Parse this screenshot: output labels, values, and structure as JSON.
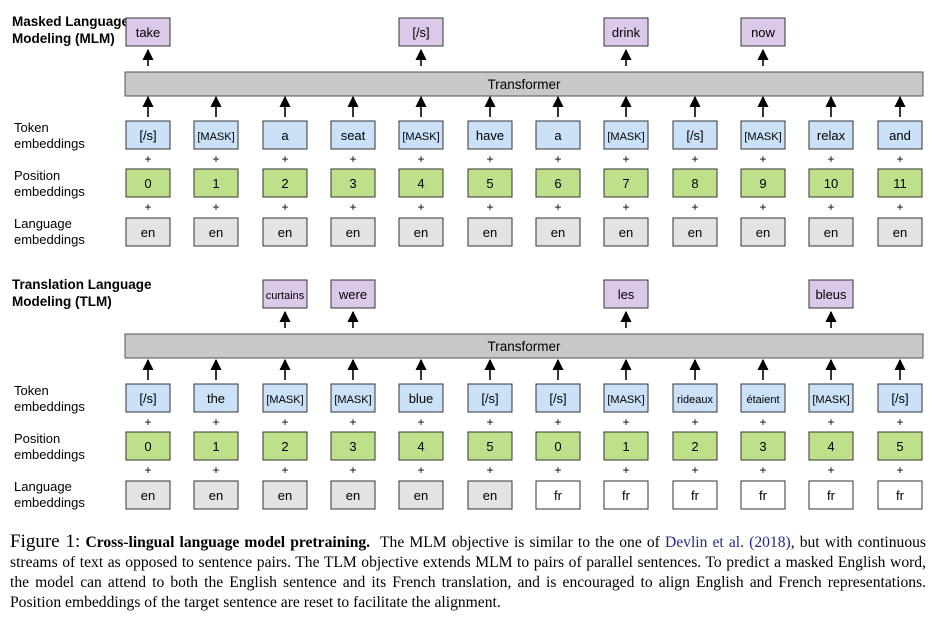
{
  "mlm": {
    "title_line1": "Masked Language",
    "title_line2": "Modeling (MLM)",
    "transformer_label": "Transformer",
    "outputs": [
      "take",
      "",
      "",
      "",
      "[/s]",
      "",
      "",
      "drink",
      "",
      "now",
      "",
      ""
    ],
    "tokens": [
      "[/s]",
      "[MASK]",
      "a",
      "seat",
      "[MASK]",
      "have",
      "a",
      "[MASK]",
      "[/s]",
      "[MASK]",
      "relax",
      "and"
    ],
    "positions": [
      "0",
      "1",
      "2",
      "3",
      "4",
      "5",
      "6",
      "7",
      "8",
      "9",
      "10",
      "11"
    ],
    "languages": [
      "en",
      "en",
      "en",
      "en",
      "en",
      "en",
      "en",
      "en",
      "en",
      "en",
      "en",
      "en"
    ]
  },
  "tlm": {
    "title_line1": "Translation Language",
    "title_line2": "Modeling (TLM)",
    "transformer_label": "Transformer",
    "outputs": [
      "",
      "",
      "curtains",
      "were",
      "",
      "",
      "",
      "les",
      "",
      "",
      "bleus",
      ""
    ],
    "tokens": [
      "[/s]",
      "the",
      "[MASK]",
      "[MASK]",
      "blue",
      "[/s]",
      "[/s]",
      "[MASK]",
      "rideaux",
      "étaient",
      "[MASK]",
      "[/s]"
    ],
    "positions": [
      "0",
      "1",
      "2",
      "3",
      "4",
      "5",
      "0",
      "1",
      "2",
      "3",
      "4",
      "5"
    ],
    "languages": [
      "en",
      "en",
      "en",
      "en",
      "en",
      "en",
      "fr",
      "fr",
      "fr",
      "fr",
      "fr",
      "fr"
    ]
  },
  "row_labels": {
    "token_1": "Token",
    "token_2": "embeddings",
    "position_1": "Position",
    "position_2": "embeddings",
    "language_1": "Language",
    "language_2": "embeddings"
  },
  "plus_sign": "+",
  "caption": {
    "figure_label": "Figure 1:",
    "bold_title": "Cross-lingual language model pretraining.",
    "text_1": "The MLM objective is similar to the one of",
    "citation_authors": "Devlin et al.",
    "citation_year": "(2018)",
    "text_2": ", but with continuous streams of text as opposed to sentence pairs. The TLM objective extends MLM to pairs of parallel sentences. To predict a masked English word, the model can attend to both the English sentence and its French translation, and is encouraged to align English and French representations. Position embeddings of the target sentence are reset to facilitate the alignment."
  },
  "colors": {
    "output_fill": "#dcc9ea",
    "token_fill": "#cbe1f8",
    "position_fill": "#bfe08a",
    "language_en_fill": "#e3e3e3",
    "language_fr_fill": "#ffffff",
    "transformer_fill": "#c8c8c8",
    "stroke": "#333333",
    "link": "#1f2a8a"
  }
}
